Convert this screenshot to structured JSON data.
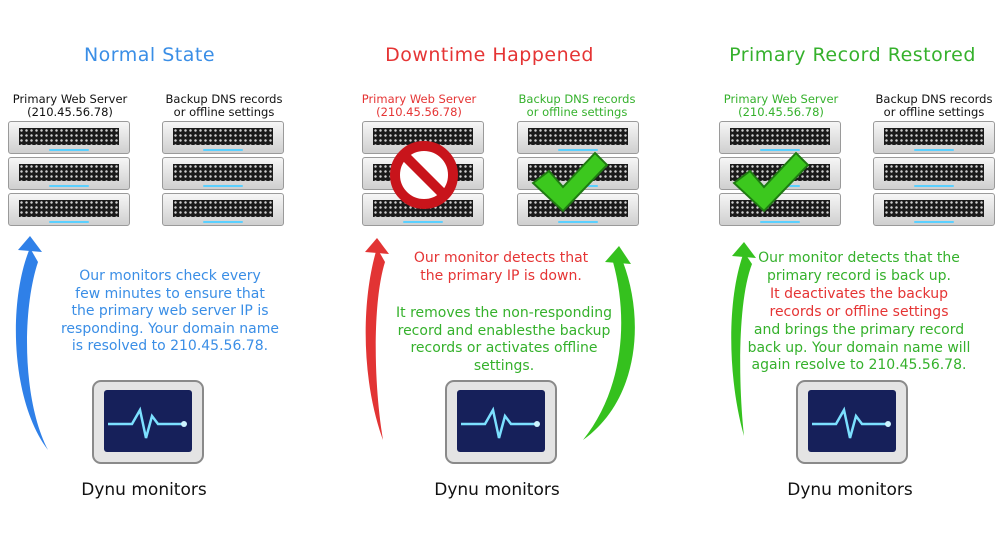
{
  "colors": {
    "blue": "#3a8ee6",
    "red": "#e53434",
    "green": "#35b12c",
    "dark": "#111111"
  },
  "panels": [
    {
      "title": "Normal State",
      "primary_label": [
        "Primary Web Server",
        "(210.45.56.78)"
      ],
      "backup_label": [
        "Backup DNS records",
        "or offline settings"
      ],
      "text_lines": [
        "Our monitors check every",
        "few minutes to ensure that",
        "the primary web server IP is",
        "responding. Your domain name",
        "is resolved to 210.45.56.78."
      ],
      "caption": "Dynu monitors"
    },
    {
      "title": "Downtime Happened",
      "primary_label": [
        "Primary Web Server",
        "(210.45.56.78)"
      ],
      "backup_label": [
        "Backup DNS records",
        "or offline settings"
      ],
      "text_top": [
        "Our monitor detects that",
        "the primary IP is down."
      ],
      "text_bottom": [
        "It removes the non-responding",
        "record and enablesthe backup",
        "records or activates offline",
        "settings."
      ],
      "caption": "Dynu monitors"
    },
    {
      "title": "Primary Record Restored",
      "primary_label": [
        "Primary Web Server",
        "(210.45.56.78)"
      ],
      "backup_label": [
        "Backup DNS records",
        "or offline settings"
      ],
      "text_top": [
        "Our monitor detects that the",
        "primary record is back up."
      ],
      "text_mid": [
        "It deactivates the backup",
        "records or offline settings"
      ],
      "text_bottom": [
        "and brings the primary record",
        "back up. Your domain name will",
        "again resolve to 210.45.56.78."
      ],
      "caption": "Dynu monitors"
    }
  ]
}
